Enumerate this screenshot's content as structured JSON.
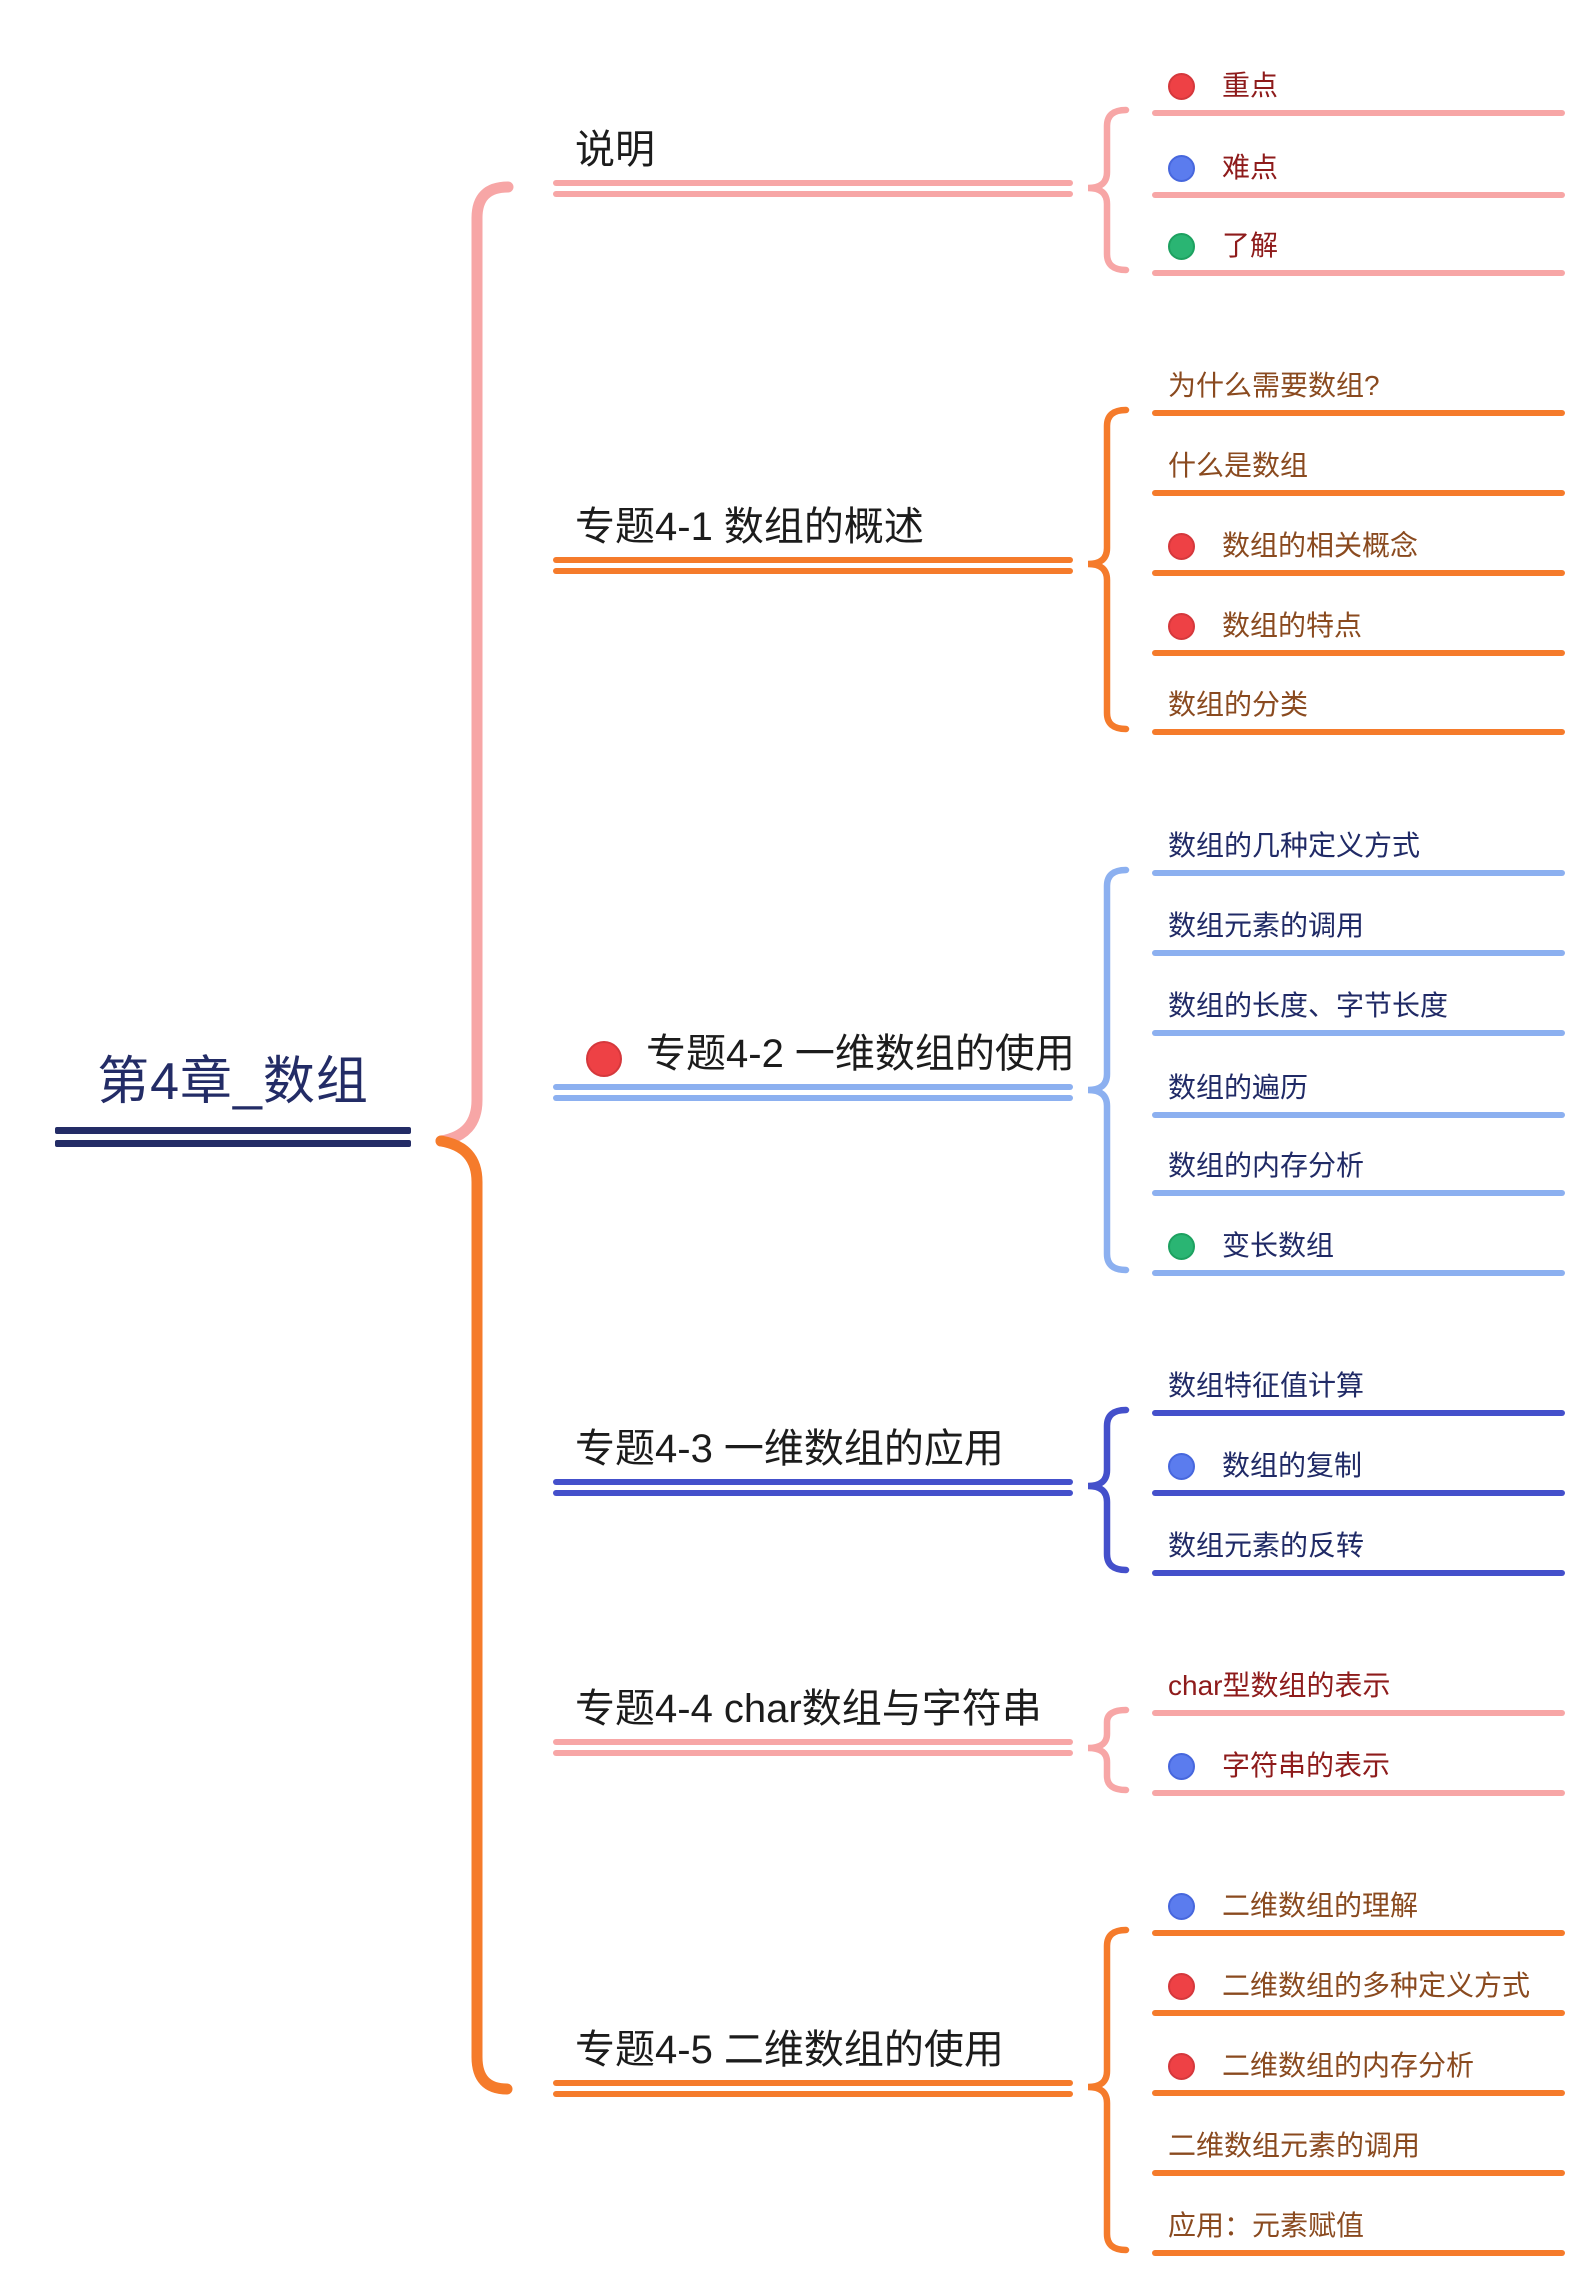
{
  "root": {
    "label": "第4章_数组",
    "color": "#232c66"
  },
  "marker_colors": {
    "red": "#ee4145",
    "blue": "#5b7cee",
    "green": "#2ab573"
  },
  "big_brace_colors": {
    "top": "#f7a6a6",
    "bottom": "#f57b2b"
  },
  "branches": [
    {
      "label": "说明",
      "color": "#f7a6a6",
      "child_text_color": "#8e1b1b",
      "children": [
        {
          "label": "重点",
          "marker": "red"
        },
        {
          "label": "难点",
          "marker": "blue"
        },
        {
          "label": "了解",
          "marker": "green"
        }
      ]
    },
    {
      "label": "专题4-1 数组的概述",
      "color": "#f57b2b",
      "child_text_color": "#8a4a1f",
      "children": [
        {
          "label": "为什么需要数组?"
        },
        {
          "label": "什么是数组"
        },
        {
          "label": "数组的相关概念",
          "marker": "red"
        },
        {
          "label": "数组的特点",
          "marker": "red"
        },
        {
          "label": "数组的分类"
        }
      ]
    },
    {
      "label": "专题4-2 一维数组的使用",
      "marker": "red",
      "color": "#8cb0f0",
      "child_text_color": "#202a66",
      "children": [
        {
          "label": "数组的几种定义方式"
        },
        {
          "label": "数组元素的调用"
        },
        {
          "label": "数组的长度、字节长度"
        },
        {
          "label": "数组的遍历"
        },
        {
          "label": "数组的内存分析"
        },
        {
          "label": "变长数组",
          "marker": "green"
        }
      ]
    },
    {
      "label": "专题4-3 一维数组的应用",
      "color": "#4450cb",
      "child_text_color": "#202a66",
      "children": [
        {
          "label": "数组特征值计算"
        },
        {
          "label": "数组的复制",
          "marker": "blue"
        },
        {
          "label": "数组元素的反转"
        }
      ]
    },
    {
      "label": "专题4-4 char数组与字符串",
      "color": "#f7a6a6",
      "child_text_color": "#8e1b1b",
      "children": [
        {
          "label": "char型数组的表示"
        },
        {
          "label": "字符串的表示",
          "marker": "blue"
        }
      ]
    },
    {
      "label": "专题4-5 二维数组的使用",
      "color": "#f57b2b",
      "child_text_color": "#8a4a1f",
      "children": [
        {
          "label": "二维数组的理解",
          "marker": "blue"
        },
        {
          "label": "二维数组的多种定义方式",
          "marker": "red"
        },
        {
          "label": "二维数组的内存分析",
          "marker": "red"
        },
        {
          "label": "二维数组元素的调用"
        },
        {
          "label": "应用：元素赋值"
        }
      ]
    }
  ]
}
